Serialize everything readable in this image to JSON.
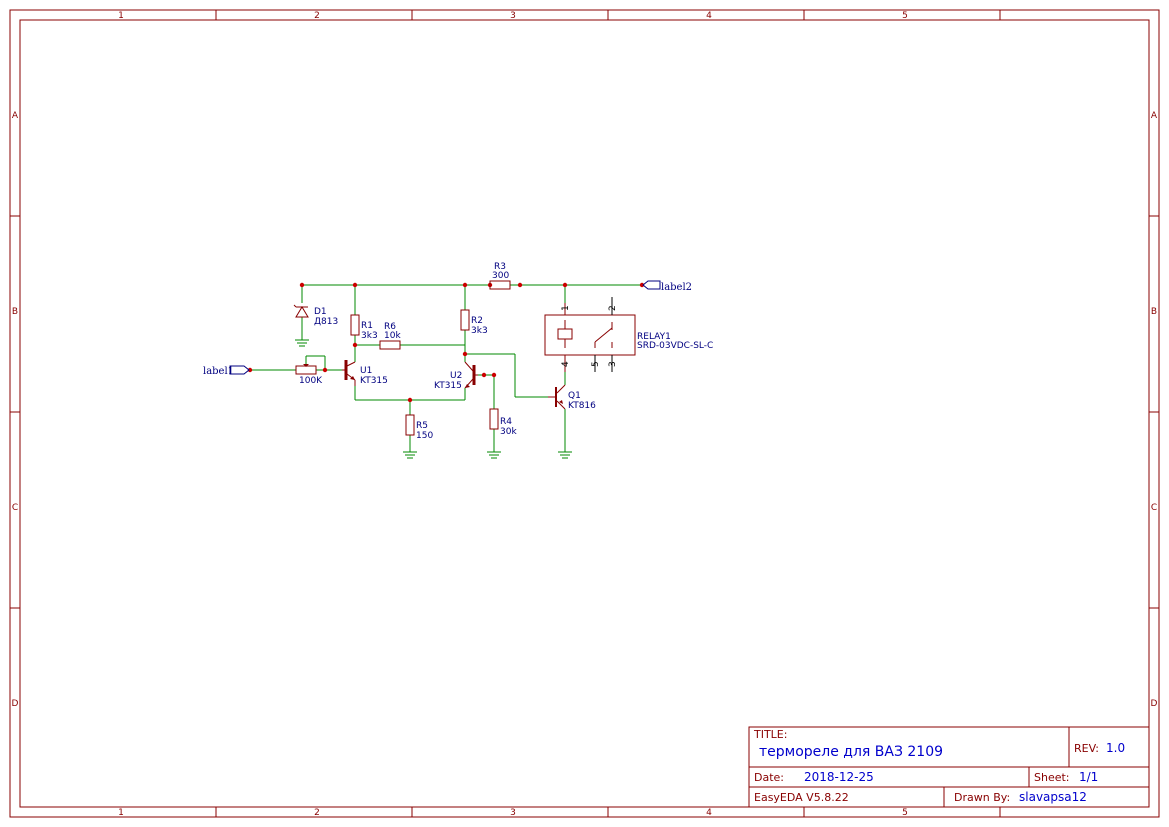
{
  "frame": {
    "columns": [
      "1",
      "2",
      "3",
      "4",
      "5"
    ],
    "rows": [
      "A",
      "B",
      "C",
      "D"
    ]
  },
  "title_block": {
    "title_label": "TITLE:",
    "title": "термореле для ВАЗ 2109",
    "rev_label": "REV:",
    "rev": "1.0",
    "date_label": "Date:",
    "date": "2018-12-25",
    "sheet_label": "Sheet:",
    "sheet": "1/1",
    "tool": "EasyEDA V5.8.22",
    "drawn_label": "Drawn By:",
    "drawn_by": "slavapsa12"
  },
  "components": {
    "d1": {
      "ref": "D1",
      "value": "Д813"
    },
    "r1": {
      "ref": "R1",
      "value": "3k3"
    },
    "r2": {
      "ref": "R2",
      "value": "3k3"
    },
    "r3": {
      "ref": "R3",
      "value": "300"
    },
    "r4": {
      "ref": "R4",
      "value": "30k"
    },
    "r5": {
      "ref": "R5",
      "value": "150"
    },
    "r6": {
      "ref": "R6",
      "value": "10k"
    },
    "pot": {
      "value": "100K"
    },
    "u1": {
      "ref": "U1",
      "value": "KT315"
    },
    "u2": {
      "ref": "U2",
      "value": "KT315"
    },
    "q1": {
      "ref": "Q1",
      "value": "KT816"
    },
    "relay1": {
      "ref": "RELAY1",
      "value": "SRD-03VDC-SL-C",
      "pins": [
        "1",
        "2",
        "4",
        "5",
        "3"
      ]
    }
  },
  "net_labels": {
    "label1": "label1",
    "label2": "label2"
  },
  "colors": {
    "frame": "#880000",
    "wire": "#008800",
    "text": "#000080",
    "junction": "#cc0000"
  }
}
